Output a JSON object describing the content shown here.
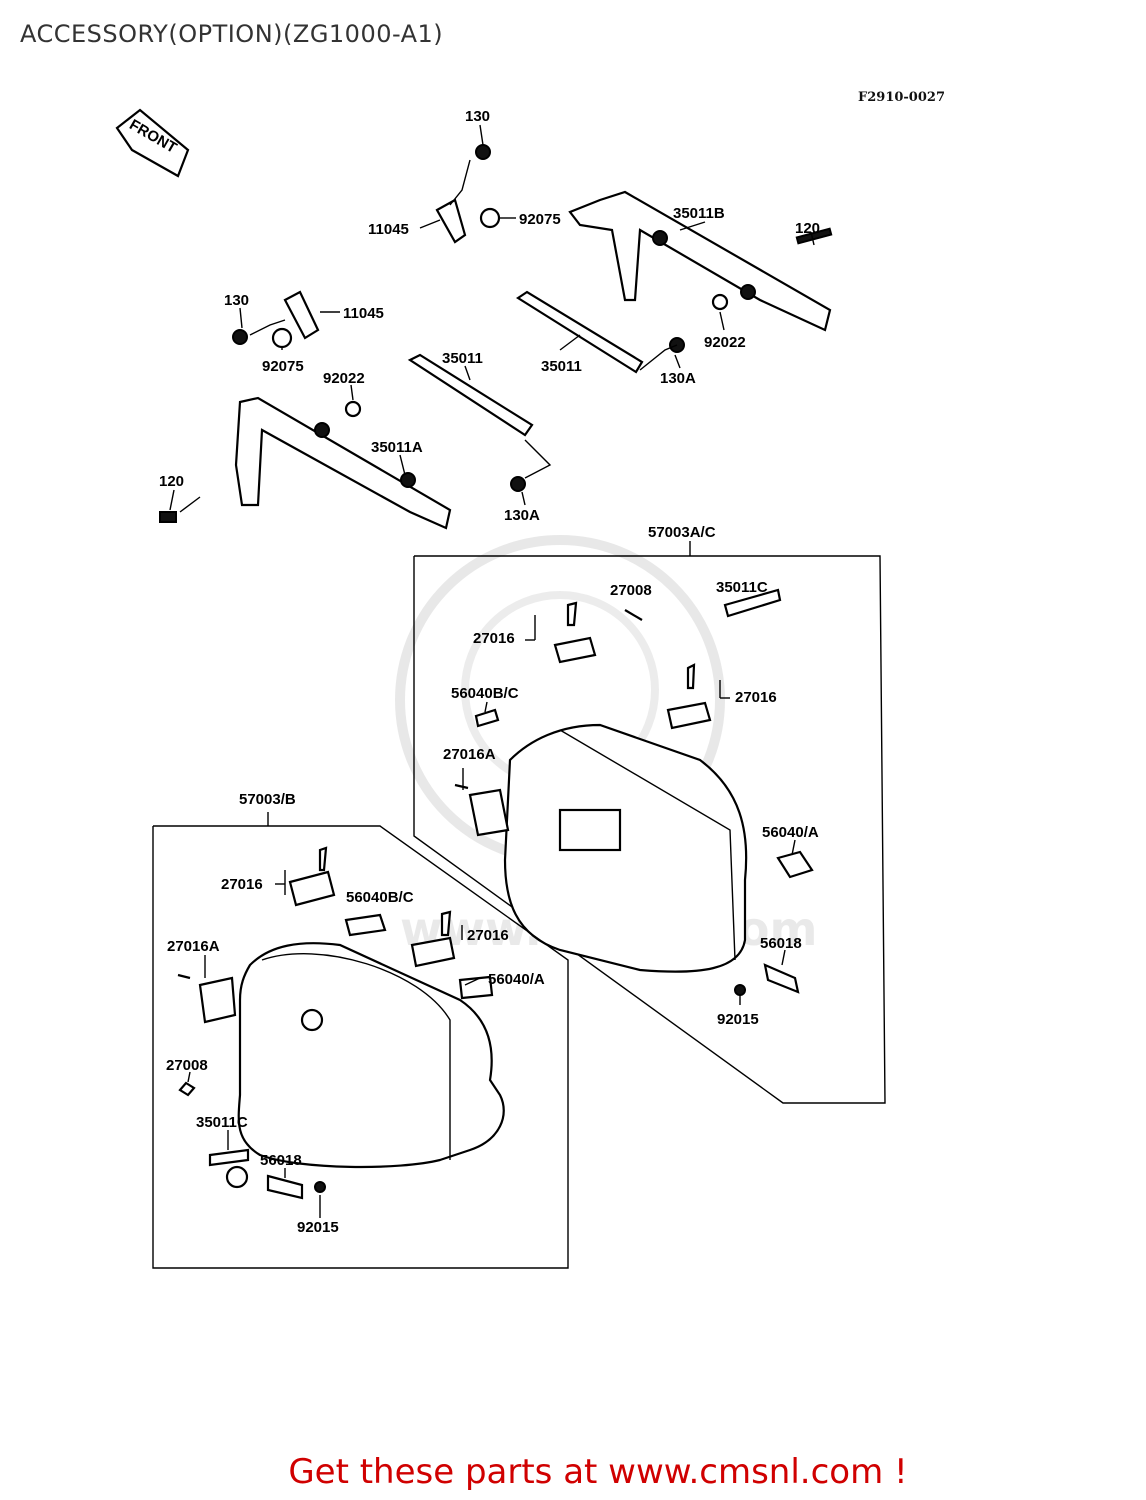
{
  "title": "ACCESSORY(OPTION)(ZG1000-A1)",
  "figure_code": "F2910-0027",
  "front_label": "FRONT",
  "watermark": "www.cmsnl.com",
  "footer": "Get these parts at www.cmsnl.com !",
  "callouts": {
    "c130_top": "130",
    "c11045_top": "11045",
    "c92075_top": "92075",
    "c35011B": "35011B",
    "c120_right": "120",
    "c130_left": "130",
    "c11045_left": "11045",
    "c92075_left": "92075",
    "c92022_right": "92022",
    "c35011_right": "35011",
    "c130A_right": "130A",
    "c35011_mid": "35011",
    "c92022_left": "92022",
    "c35011A": "35011A",
    "c120_left": "120",
    "c130A_mid": "130A",
    "c57003AC": "57003A/C",
    "c27008_r": "27008",
    "c35011C_r": "35011C",
    "c27016_r1": "27016",
    "c56040BC_r": "56040B/C",
    "c27016_r2": "27016",
    "c27016A_r": "27016A",
    "c56040A_r": "56040/A",
    "c56018_r": "56018",
    "c92015_r": "92015",
    "c57003B": "57003/B",
    "c27016_l1": "27016",
    "c56040BC_l": "56040B/C",
    "c27016_l2": "27016",
    "c27016A_l": "27016A",
    "c56040A_l": "56040/A",
    "c27008_l": "27008",
    "c35011C_l": "35011C",
    "c56018_l": "56018",
    "c92015_l": "92015"
  }
}
